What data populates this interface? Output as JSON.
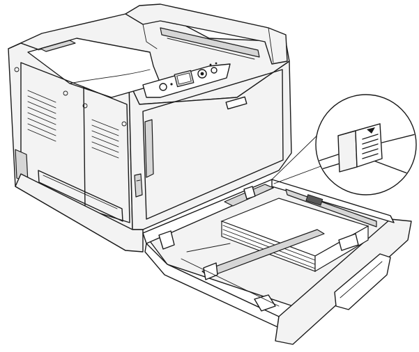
{
  "diagram": {
    "subject": "printer-with-open-paper-cassette",
    "callout": {
      "shape": "circle",
      "detail": "paper-limit-mark-on-guide",
      "icon": "triangle-down-icon"
    },
    "colors": {
      "stroke": "#1a1a1a",
      "body": "#f3f3f3",
      "shade": "#d6d6d6",
      "background": "#ffffff"
    }
  }
}
